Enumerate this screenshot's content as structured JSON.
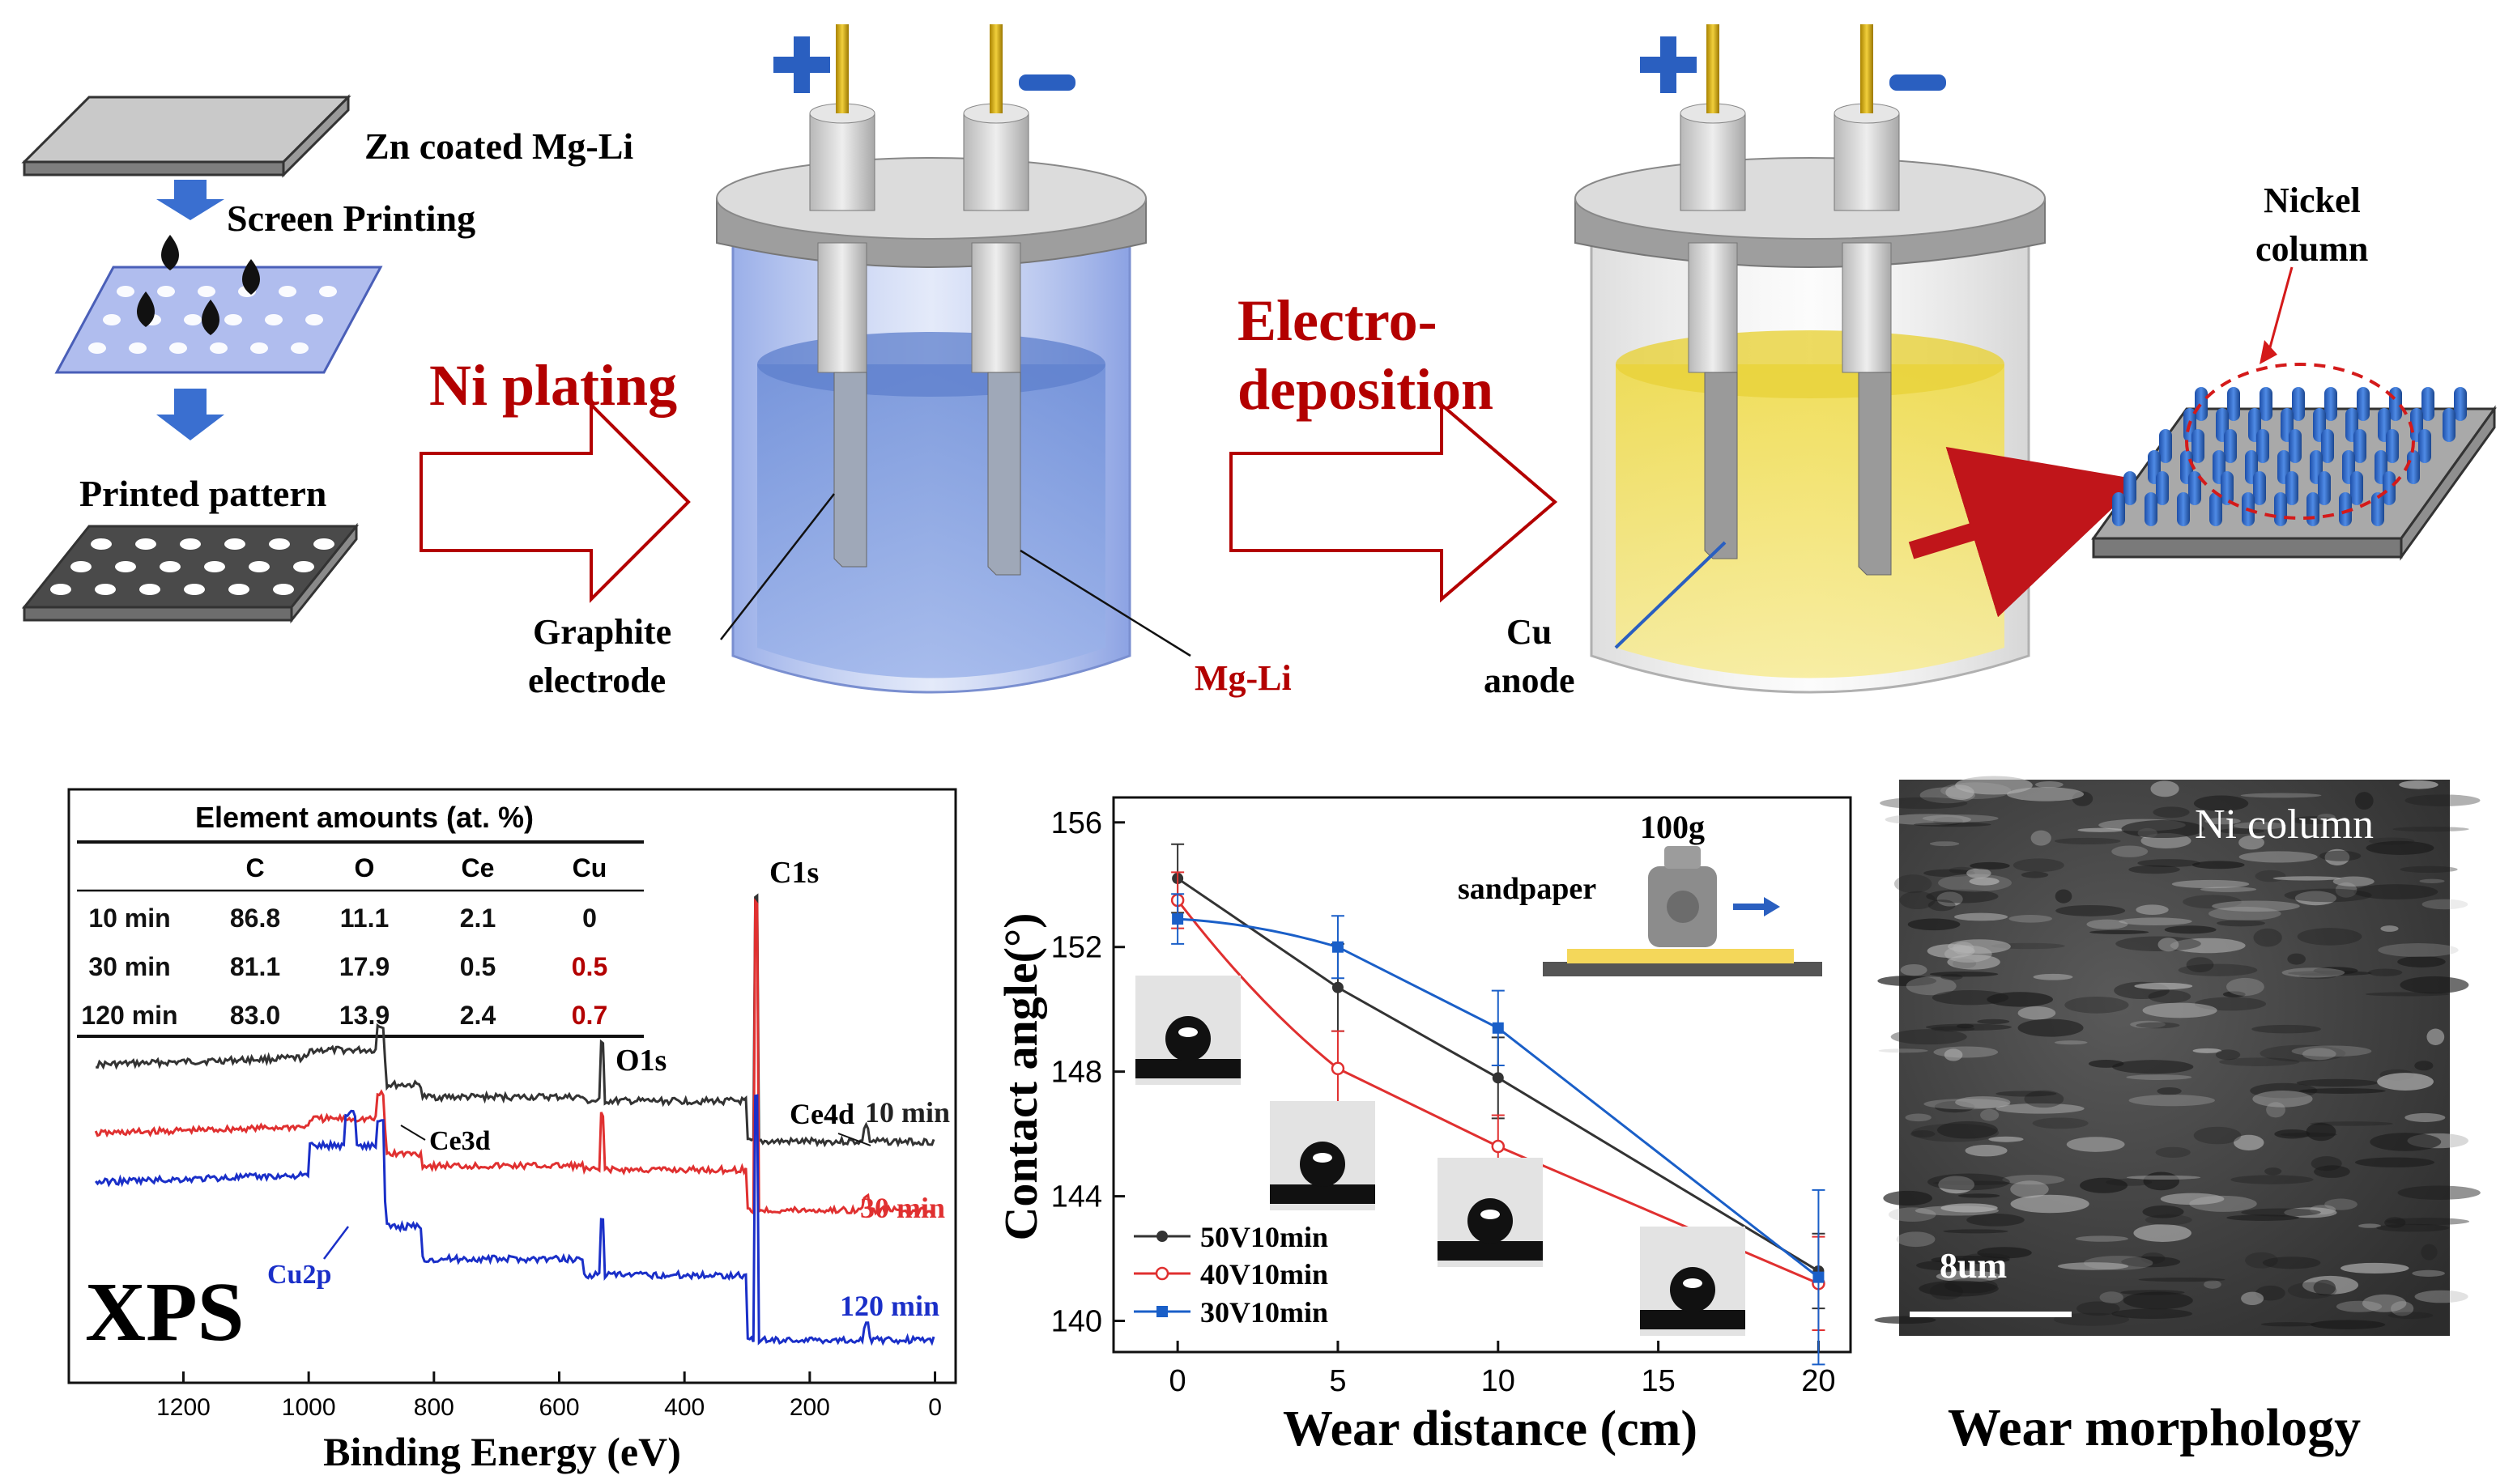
{
  "process": {
    "step1_label": "Zn coated Mg-Li",
    "step2_label": "Screen Printing",
    "step3_label": "Printed pattern",
    "arrow1_label": "Ni plating",
    "arrow2_label_line1": "Electro-",
    "arrow2_label_line2": "deposition",
    "cell1": {
      "plus": "+",
      "minus": "−",
      "left_callout_line1": "Graphite",
      "left_callout_line2": "electrode",
      "right_callout": "Mg-Li",
      "solution_color": "#7f9fe0"
    },
    "cell2": {
      "plus": "+",
      "minus": "−",
      "callout_line1": "Cu",
      "callout_line2": "anode",
      "solution_color": "#f2e25a"
    },
    "product_label_line1": "Nickel",
    "product_label_line2": "column",
    "accent_red": "#b30000",
    "accent_blue": "#2a5fc0"
  },
  "xps": {
    "badge": "XPS",
    "table_title": "Element amounts (at. %)",
    "table_headers": [
      "",
      "C",
      "O",
      "Ce",
      "Cu"
    ],
    "table_rows": [
      [
        "10 min",
        "86.8",
        "11.1",
        "2.1",
        "0"
      ],
      [
        "30 min",
        "81.1",
        "17.9",
        "0.5",
        "0.5"
      ],
      [
        "120 min",
        "83.0",
        "13.9",
        "2.4",
        "0.7"
      ]
    ],
    "peak_labels": {
      "c1s": "C1s",
      "o1s": "O1s",
      "ce4d": "Ce4d",
      "ce3d": "Ce3d",
      "cu2p": "Cu2p"
    },
    "series_labels": [
      "10 min",
      "30 min",
      "120 min"
    ],
    "series_colors": [
      "#333333",
      "#e03030",
      "#1a2fc8"
    ]
  },
  "wear": {
    "inset_weight": "100g",
    "inset_sandpaper": "sandpaper",
    "sem_label": "Ni column",
    "scale_label": "8um",
    "panel_caption": "Wear morphology"
  },
  "chart_data": [
    {
      "type": "line",
      "xlabel": "Binding Energy (eV)",
      "ylabel": "",
      "x_ticks": [
        1200,
        1000,
        800,
        600,
        400,
        200,
        0
      ],
      "x_range": [
        1370,
        -20
      ],
      "y_axis": "offset intensity, no numeric labels",
      "peaks_eV": {
        "C1s": 285,
        "O1s": 531,
        "Ce3d": 885,
        "Ce4d": 110,
        "Cu2p": 933
      },
      "series": [
        {
          "name": "10 min",
          "color": "#333333"
        },
        {
          "name": "30 min",
          "color": "#e03030"
        },
        {
          "name": "120 min",
          "color": "#1a2fc8"
        }
      ]
    },
    {
      "type": "line",
      "xlabel": "Wear distance (cm)",
      "ylabel": "Contact angle(°)",
      "x_ticks": [
        0,
        5,
        10,
        15,
        20
      ],
      "y_ticks": [
        140,
        144,
        148,
        152,
        156
      ],
      "xlim": [
        -2,
        21
      ],
      "ylim": [
        139,
        156.8
      ],
      "legend_position": "bottom-left",
      "series": [
        {
          "name": "50V10min",
          "color": "#333333",
          "marker": "circle-filled",
          "x": [
            0,
            5,
            10,
            20
          ],
          "y": [
            154.2,
            150.7,
            147.8,
            141.6
          ],
          "err": [
            1.1,
            1.4,
            1.3,
            1.2
          ]
        },
        {
          "name": "40V10min",
          "color": "#e03030",
          "marker": "circle-open",
          "x": [
            0,
            5,
            10,
            20
          ],
          "y": [
            153.5,
            148.1,
            145.6,
            141.2
          ],
          "err": [
            0.9,
            1.2,
            1.0,
            1.5
          ]
        },
        {
          "name": "30V10min",
          "color": "#1a5fc8",
          "marker": "square-filled",
          "x": [
            0,
            5,
            10,
            20
          ],
          "y": [
            152.9,
            152.0,
            149.4,
            141.4
          ],
          "err": [
            0.8,
            1.0,
            1.2,
            2.8
          ]
        }
      ]
    }
  ]
}
